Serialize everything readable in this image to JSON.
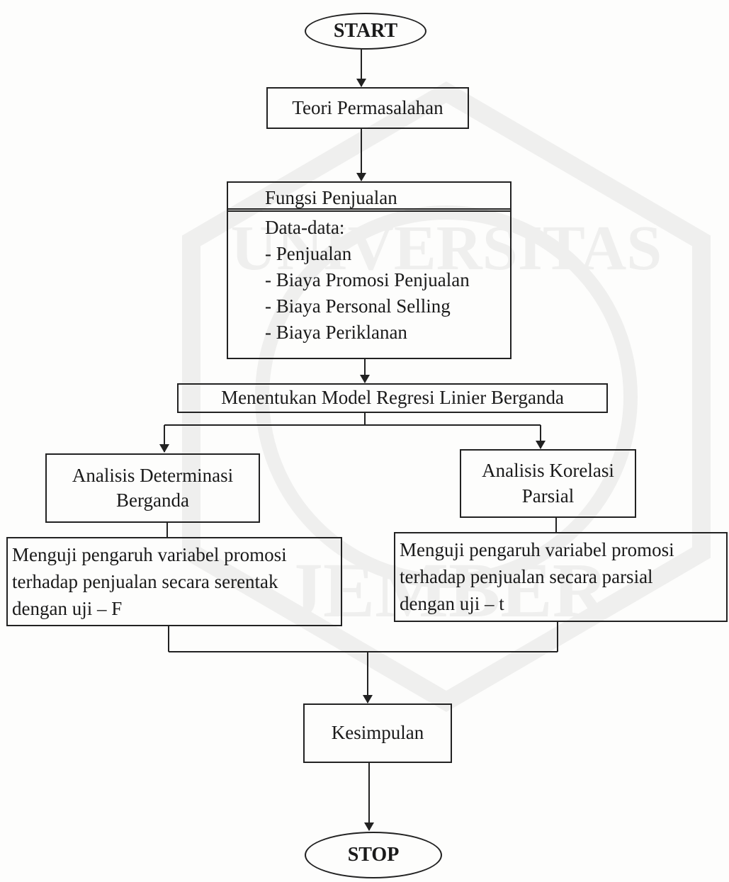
{
  "watermark": {
    "text": "UNIVERSITAS JEMBER"
  },
  "nodes": {
    "start": "START",
    "teori": "Teori Permasalahan",
    "fungsi": {
      "title": "Fungsi Penjualan",
      "heading": "Data-data:",
      "items": [
        "- Penjualan",
        "- Biaya Promosi Penjualan",
        "- Biaya Personal Selling",
        "- Biaya Periklanan"
      ]
    },
    "model": "Menentukan Model Regresi Linier Berganda",
    "determinasi": {
      "line1": "Analisis Determinasi",
      "line2": "Berganda"
    },
    "korelasi": {
      "line1": "Analisis Korelasi",
      "line2": "Parsial"
    },
    "uji_f": {
      "line1": "Menguji pengaruh variabel promosi",
      "line2": "terhadap penjualan secara serentak",
      "line3": "dengan uji – F"
    },
    "uji_t": {
      "line1": "Menguji pengaruh variabel promosi",
      "line2": "terhadap penjualan secara parsial",
      "line3": "dengan uji – t"
    },
    "kesimpulan": "Kesimpulan",
    "stop": "STOP"
  }
}
